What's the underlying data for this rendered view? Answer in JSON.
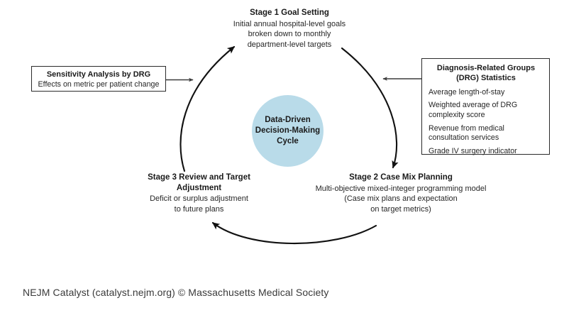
{
  "figure": {
    "center": {
      "label": "Data-Driven\nDecision-Making\nCycle",
      "fill_color": "#b9dbe9"
    },
    "stages": [
      {
        "id": "stage1",
        "title": "Stage 1 Goal Setting",
        "body": "Initial annual hospital-level goals\nbroken down to monthly\ndepartment-level targets"
      },
      {
        "id": "stage2",
        "title": "Stage 2 Case Mix Planning",
        "body": "Multi-objective mixed-integer programming model\n(Case mix plans and expectation\non target metrics)"
      },
      {
        "id": "stage3",
        "title": "Stage 3 Review and Target\nAdjustment",
        "body": "Deficit or surplus adjustment\nto future plans"
      }
    ],
    "sensitivity_box": {
      "title": "Sensitivity Analysis by DRG",
      "subtitle": "Effects on metric per patient change"
    },
    "drg_box": {
      "title": "Diagnosis-Related Groups\n(DRG) Statistics",
      "items": [
        "Average length-of-stay",
        "Weighted average of DRG complexity score",
        "Revenue from medical consultation services",
        "Grade IV surgery indicator"
      ]
    },
    "footer": "NEJM Catalyst (catalyst.nejm.org) © Massachusetts Medical Society"
  }
}
